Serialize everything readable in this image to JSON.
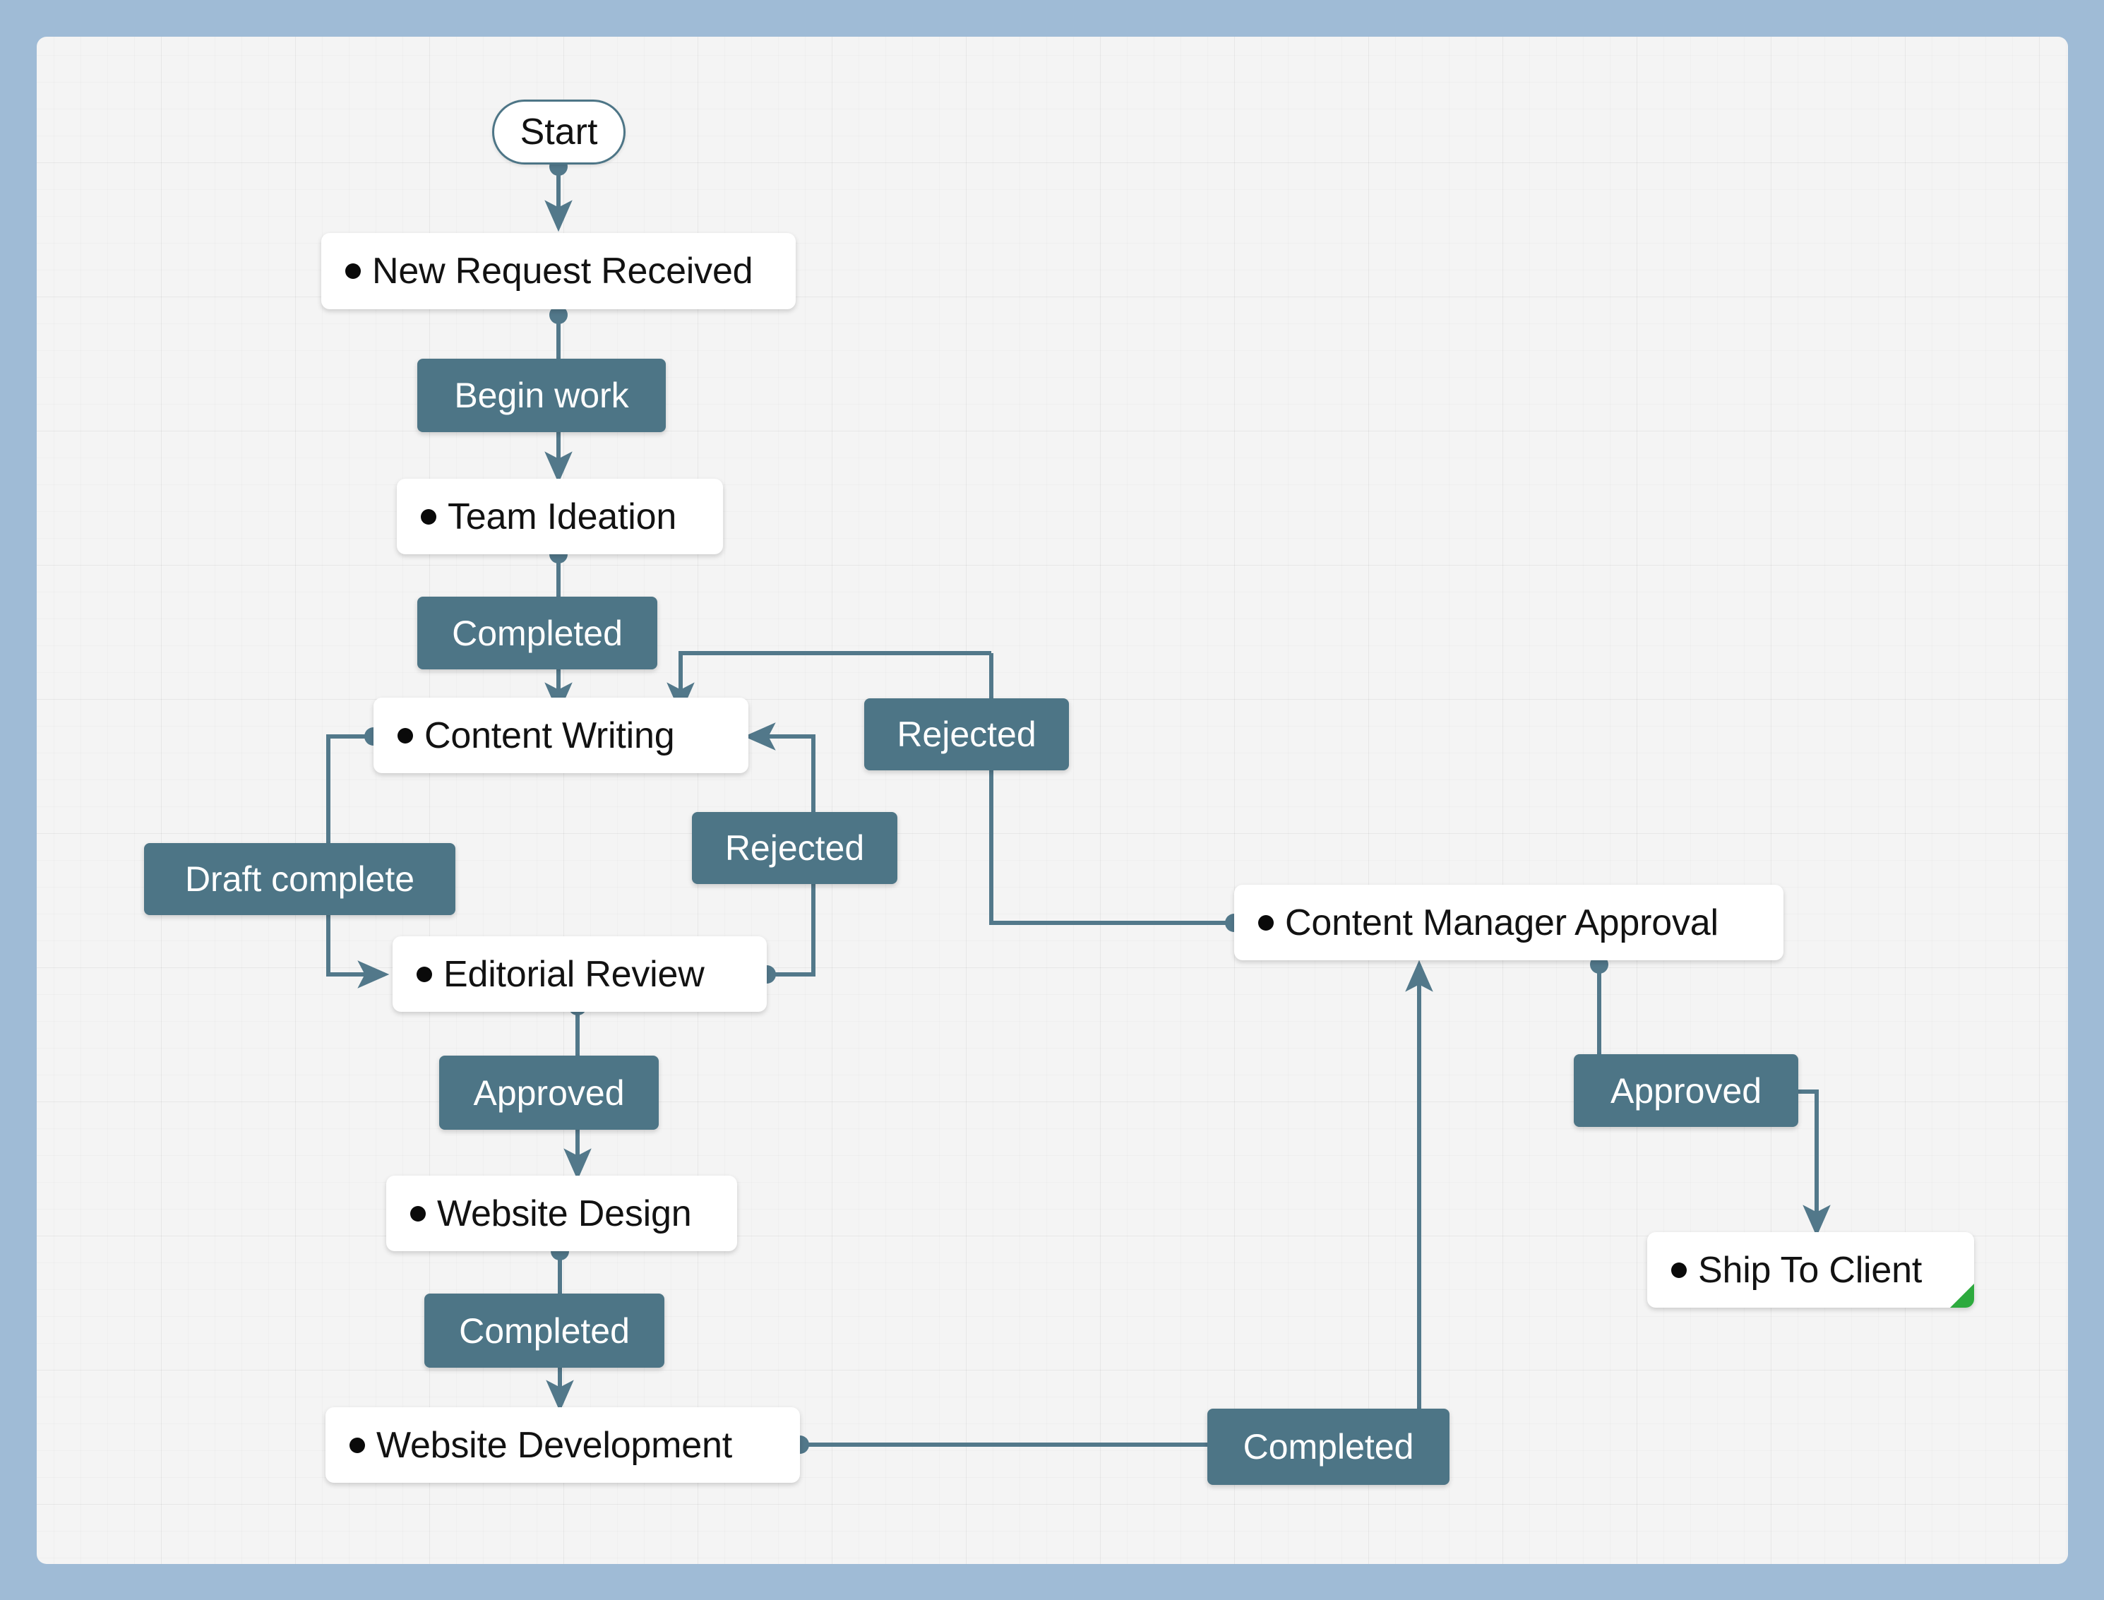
{
  "canvas": {
    "background_color": "#F4F4F4",
    "page_background_color": "#9FBBD6",
    "grid": "on"
  },
  "theme": {
    "accent_color": "#4D7586",
    "node_fill": "#FFFFFF",
    "node_text_color": "#121212",
    "label_text_color": "#FFFFFF",
    "edge_color": "#52788A",
    "end_marker_color": "#2DAA3E",
    "bullet_color": "#0A0A0A"
  },
  "diagram": {
    "type": "workflow-flowchart",
    "title": "",
    "start_node": {
      "id": "start",
      "label": "Start",
      "shape": "pill"
    },
    "nodes": [
      {
        "id": "new-request-received",
        "label": "New Request Received",
        "shape": "rounded-rect",
        "has_bullet": true,
        "is_end": false
      },
      {
        "id": "team-ideation",
        "label": "Team Ideation",
        "shape": "rounded-rect",
        "has_bullet": true,
        "is_end": false
      },
      {
        "id": "content-writing",
        "label": "Content Writing",
        "shape": "rounded-rect",
        "has_bullet": true,
        "is_end": false
      },
      {
        "id": "editorial-review",
        "label": "Editorial Review",
        "shape": "rounded-rect",
        "has_bullet": true,
        "is_end": false
      },
      {
        "id": "content-manager-approval",
        "label": "Content Manager Approval",
        "shape": "rounded-rect",
        "has_bullet": true,
        "is_end": false
      },
      {
        "id": "website-design",
        "label": "Website Design",
        "shape": "rounded-rect",
        "has_bullet": true,
        "is_end": false
      },
      {
        "id": "website-development",
        "label": "Website Development",
        "shape": "rounded-rect",
        "has_bullet": true,
        "is_end": false
      },
      {
        "id": "ship-to-client",
        "label": "Ship To Client",
        "shape": "rounded-rect",
        "has_bullet": true,
        "is_end": true
      }
    ],
    "transitions": [
      {
        "id": "t-begin-work",
        "label": "Begin work",
        "from": "new-request-received",
        "to": "team-ideation"
      },
      {
        "id": "t-completed-ideation",
        "label": "Completed",
        "from": "team-ideation",
        "to": "content-writing"
      },
      {
        "id": "t-draft-complete",
        "label": "Draft complete",
        "from": "content-writing",
        "to": "editorial-review"
      },
      {
        "id": "t-rejected-editorial",
        "label": "Rejected",
        "from": "editorial-review",
        "to": "content-writing"
      },
      {
        "id": "t-rejected-manager",
        "label": "Rejected",
        "from": "content-manager-approval",
        "to": "content-writing"
      },
      {
        "id": "t-approved-editorial",
        "label": "Approved",
        "from": "editorial-review",
        "to": "website-design"
      },
      {
        "id": "t-completed-design",
        "label": "Completed",
        "from": "website-design",
        "to": "website-development"
      },
      {
        "id": "t-completed-dev",
        "label": "Completed",
        "from": "website-development",
        "to": "content-manager-approval"
      },
      {
        "id": "t-approved-manager",
        "label": "Approved",
        "from": "content-manager-approval",
        "to": "ship-to-client"
      }
    ]
  }
}
